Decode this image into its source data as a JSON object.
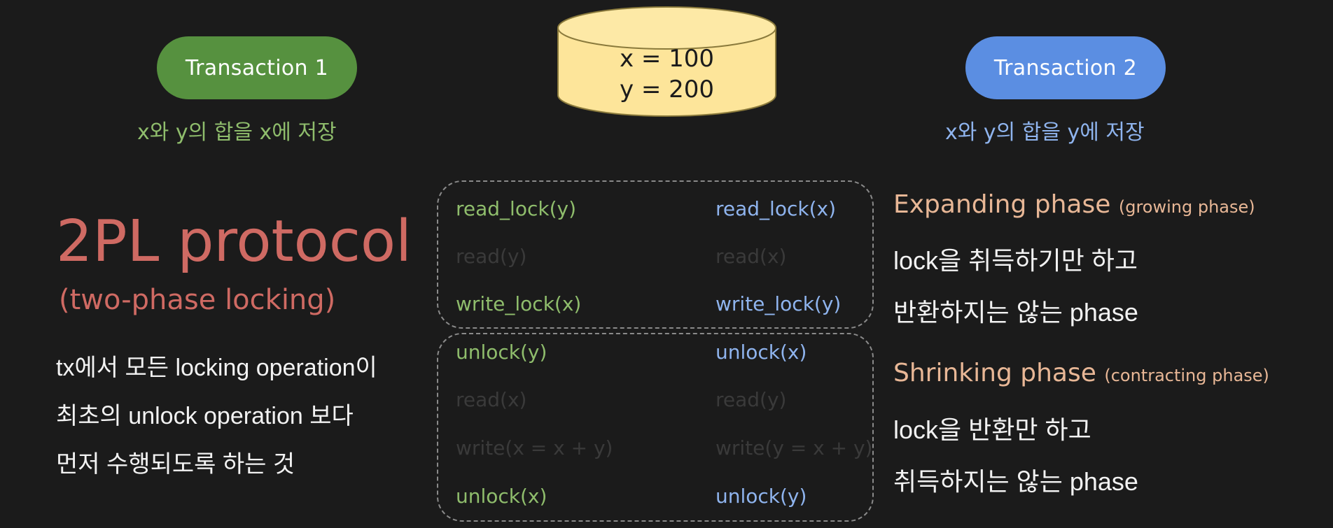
{
  "transaction1": {
    "label": "Transaction 1",
    "description": "x와 y의 합을 x에 저장",
    "color": "#56913f"
  },
  "transaction2": {
    "label": "Transaction 2",
    "description": "x와 y의 합을 y에 저장",
    "color": "#5b8ee2"
  },
  "database": {
    "line1": "x = 100",
    "line2": "y = 200",
    "color": "#fde59a"
  },
  "protocol": {
    "title": "2PL protocol",
    "subtitle": "(two-phase locking)",
    "description": [
      "tx에서 모든 locking operation이",
      "최초의 unlock operation 보다",
      "먼저 수행되도록 하는 것"
    ]
  },
  "growing_ops": {
    "t1": [
      "read_lock(y)",
      "read(y)",
      "write_lock(x)"
    ],
    "t2": [
      "read_lock(x)",
      "read(x)",
      "write_lock(y)"
    ]
  },
  "shrinking_ops": {
    "t1": [
      "unlock(y)",
      "read(x)",
      "write(x = x + y)",
      "unlock(x)"
    ],
    "t2": [
      "unlock(x)",
      "read(y)",
      "write(y = x + y)",
      "unlock(y)"
    ]
  },
  "expanding_phase": {
    "title": "Expanding phase",
    "alt": "(growing phase)",
    "desc1": "lock을 취득하기만 하고",
    "desc2": "반환하지는 않는 phase"
  },
  "shrinking_phase": {
    "title": "Shrinking phase",
    "alt": "(contracting phase)",
    "desc1": "lock을 반환만 하고",
    "desc2": "취득하지는 않는 phase"
  }
}
